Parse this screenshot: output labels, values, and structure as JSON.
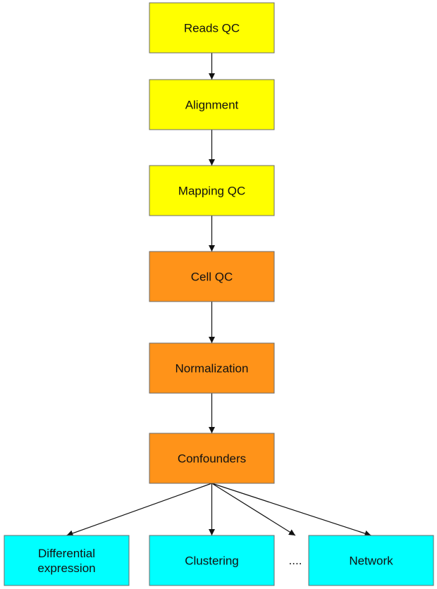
{
  "colors": {
    "stage1": "#ffff00",
    "stage2": "#ff9319",
    "stage3": "#00ffff",
    "border": "#6b6b6b",
    "arrow": "#111111"
  },
  "nodes": [
    {
      "id": "reads-qc",
      "label": [
        "Reads QC"
      ],
      "stage": "stage1"
    },
    {
      "id": "alignment",
      "label": [
        "Alignment"
      ],
      "stage": "stage1"
    },
    {
      "id": "mapping-qc",
      "label": [
        "Mapping QC"
      ],
      "stage": "stage1"
    },
    {
      "id": "cell-qc",
      "label": [
        "Cell QC"
      ],
      "stage": "stage2"
    },
    {
      "id": "normalization",
      "label": [
        "Normalization"
      ],
      "stage": "stage2"
    },
    {
      "id": "confounders",
      "label": [
        "Confounders"
      ],
      "stage": "stage2"
    },
    {
      "id": "differential-expression",
      "label": [
        "Differential",
        "expression"
      ],
      "stage": "stage3"
    },
    {
      "id": "clustering",
      "label": [
        "Clustering"
      ],
      "stage": "stage3"
    },
    {
      "id": "network",
      "label": [
        "Network"
      ],
      "stage": "stage3"
    }
  ],
  "edges": [
    {
      "from": "reads-qc",
      "to": "alignment"
    },
    {
      "from": "alignment",
      "to": "mapping-qc"
    },
    {
      "from": "mapping-qc",
      "to": "cell-qc"
    },
    {
      "from": "cell-qc",
      "to": "normalization"
    },
    {
      "from": "normalization",
      "to": "confounders"
    },
    {
      "from": "confounders",
      "to": "differential-expression"
    },
    {
      "from": "confounders",
      "to": "clustering"
    },
    {
      "from": "confounders",
      "to": "ellipsis"
    },
    {
      "from": "confounders",
      "to": "network"
    }
  ],
  "ellipsis": "...."
}
